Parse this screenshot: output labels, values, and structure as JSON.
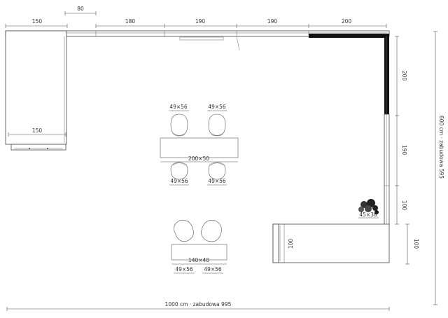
{
  "labels": {
    "top_dims": [
      "150",
      "80",
      "180",
      "190",
      "190",
      "200"
    ],
    "left_cabinet_inner": "150",
    "right_dims": [
      "200",
      "190",
      "100"
    ],
    "island_right": "100",
    "island_left": "100",
    "room_height": "600 cm · zabudowa 595",
    "room_width": "1000 cm · zabudowa 995",
    "chair_upper": "49×56",
    "table_main": "200×50",
    "table_small": "140×40",
    "plant": "45×38"
  }
}
